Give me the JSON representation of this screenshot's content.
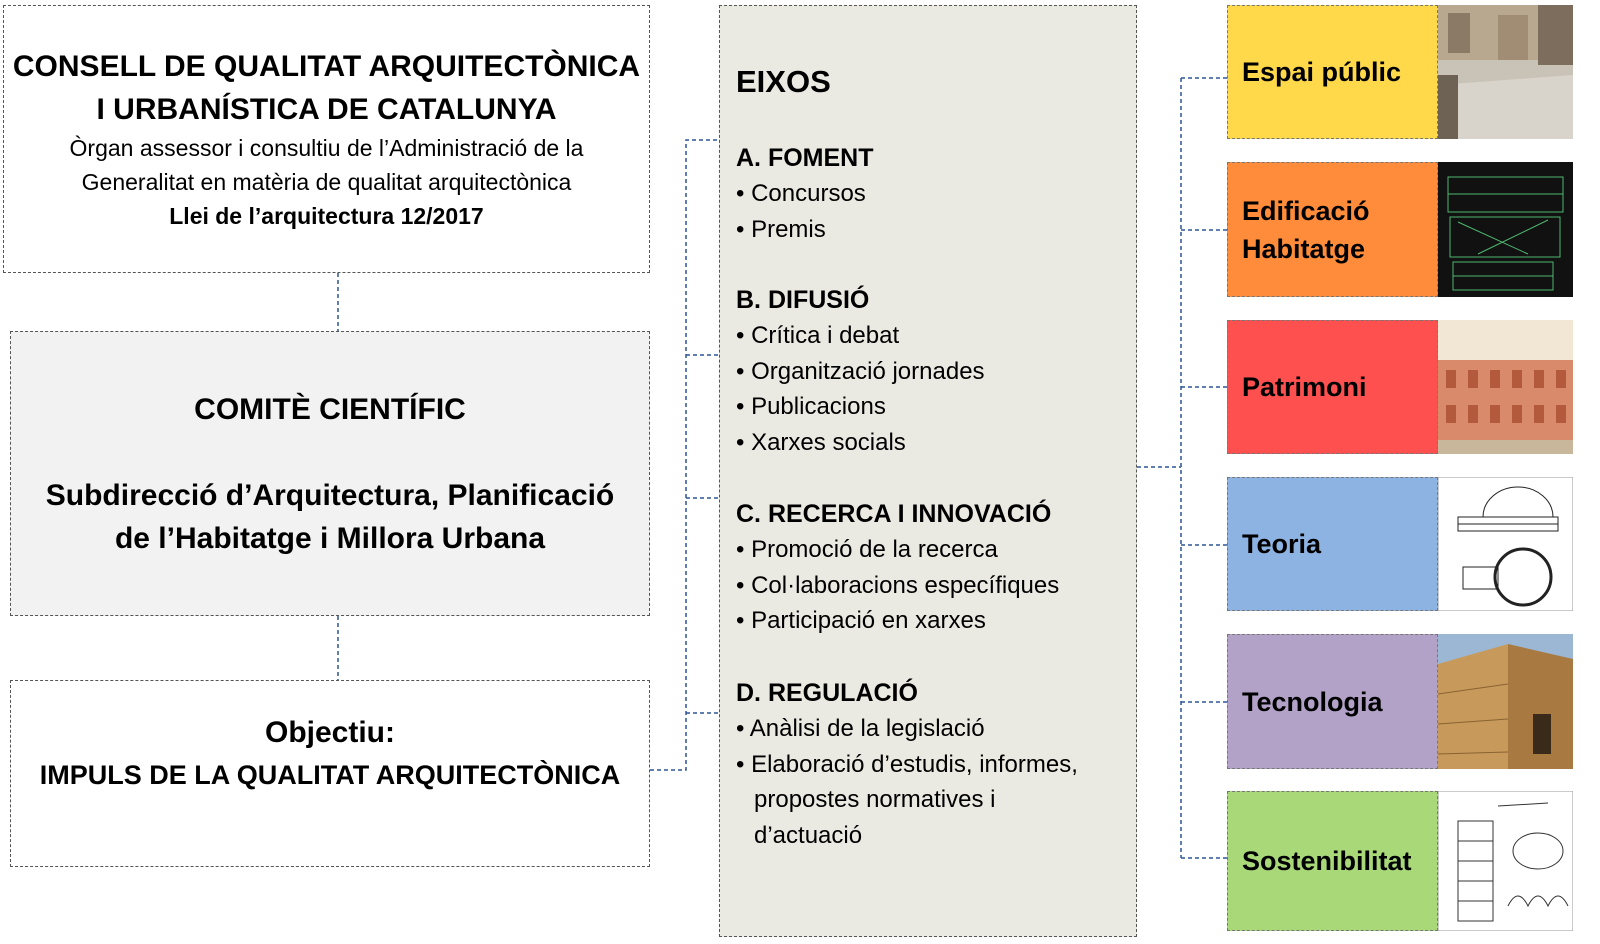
{
  "consell": {
    "title_line1": "CONSELL DE QUALITAT ARQUITECTÒNICA",
    "title_line2": "I URBANÍSTICA DE CATALUNYA",
    "desc_line1": "Òrgan assessor i consultiu de l’Administració de la",
    "desc_line2": "Generalitat en matèria de qualitat arquitectònica",
    "law": "Llei de l’arquitectura 12/2017"
  },
  "comite": {
    "title": "COMITÈ CIENTÍFIC",
    "sub_line1": "Subdirecció d’Arquitectura, Planificació",
    "sub_line2": "de l’Habitatge i Millora Urbana"
  },
  "objectiu": {
    "label": "Objectiu:",
    "text": "IMPULS DE LA QUALITAT ARQUITECTÒNICA"
  },
  "eixos": {
    "title": "EIXOS",
    "axes": [
      {
        "heading": "A. FOMENT",
        "items": [
          "Concursos",
          "Premis"
        ]
      },
      {
        "heading": "B. DIFUSIÓ",
        "items": [
          "Crítica i debat",
          "Organització jornades",
          "Publicacions",
          "Xarxes socials"
        ]
      },
      {
        "heading": "C. RECERCA  I INNOVACIÓ",
        "items": [
          "Promoció de la recerca",
          "Col·laboracions específiques",
          "Participació en xarxes"
        ]
      },
      {
        "heading": "D. REGULACIÓ",
        "items": [
          "Anàlisi de la legislació",
          "Elaboració d’estudis, informes,"
        ],
        "continuation": [
          "propostes normatives i",
          "d’actuació"
        ]
      }
    ]
  },
  "categories": [
    {
      "label": "Espai públic",
      "color": "#ffd94a"
    },
    {
      "label_line1": "Edificació",
      "label_line2": "Habitatge",
      "color": "#ff8c3a"
    },
    {
      "label": "Patrimoni",
      "color": "#ff5050"
    },
    {
      "label": "Teoria",
      "color": "#8db3e2"
    },
    {
      "label": "Tecnologia",
      "color": "#b3a2c7"
    },
    {
      "label": "Sostenibilitat",
      "color": "#a9d879"
    }
  ]
}
